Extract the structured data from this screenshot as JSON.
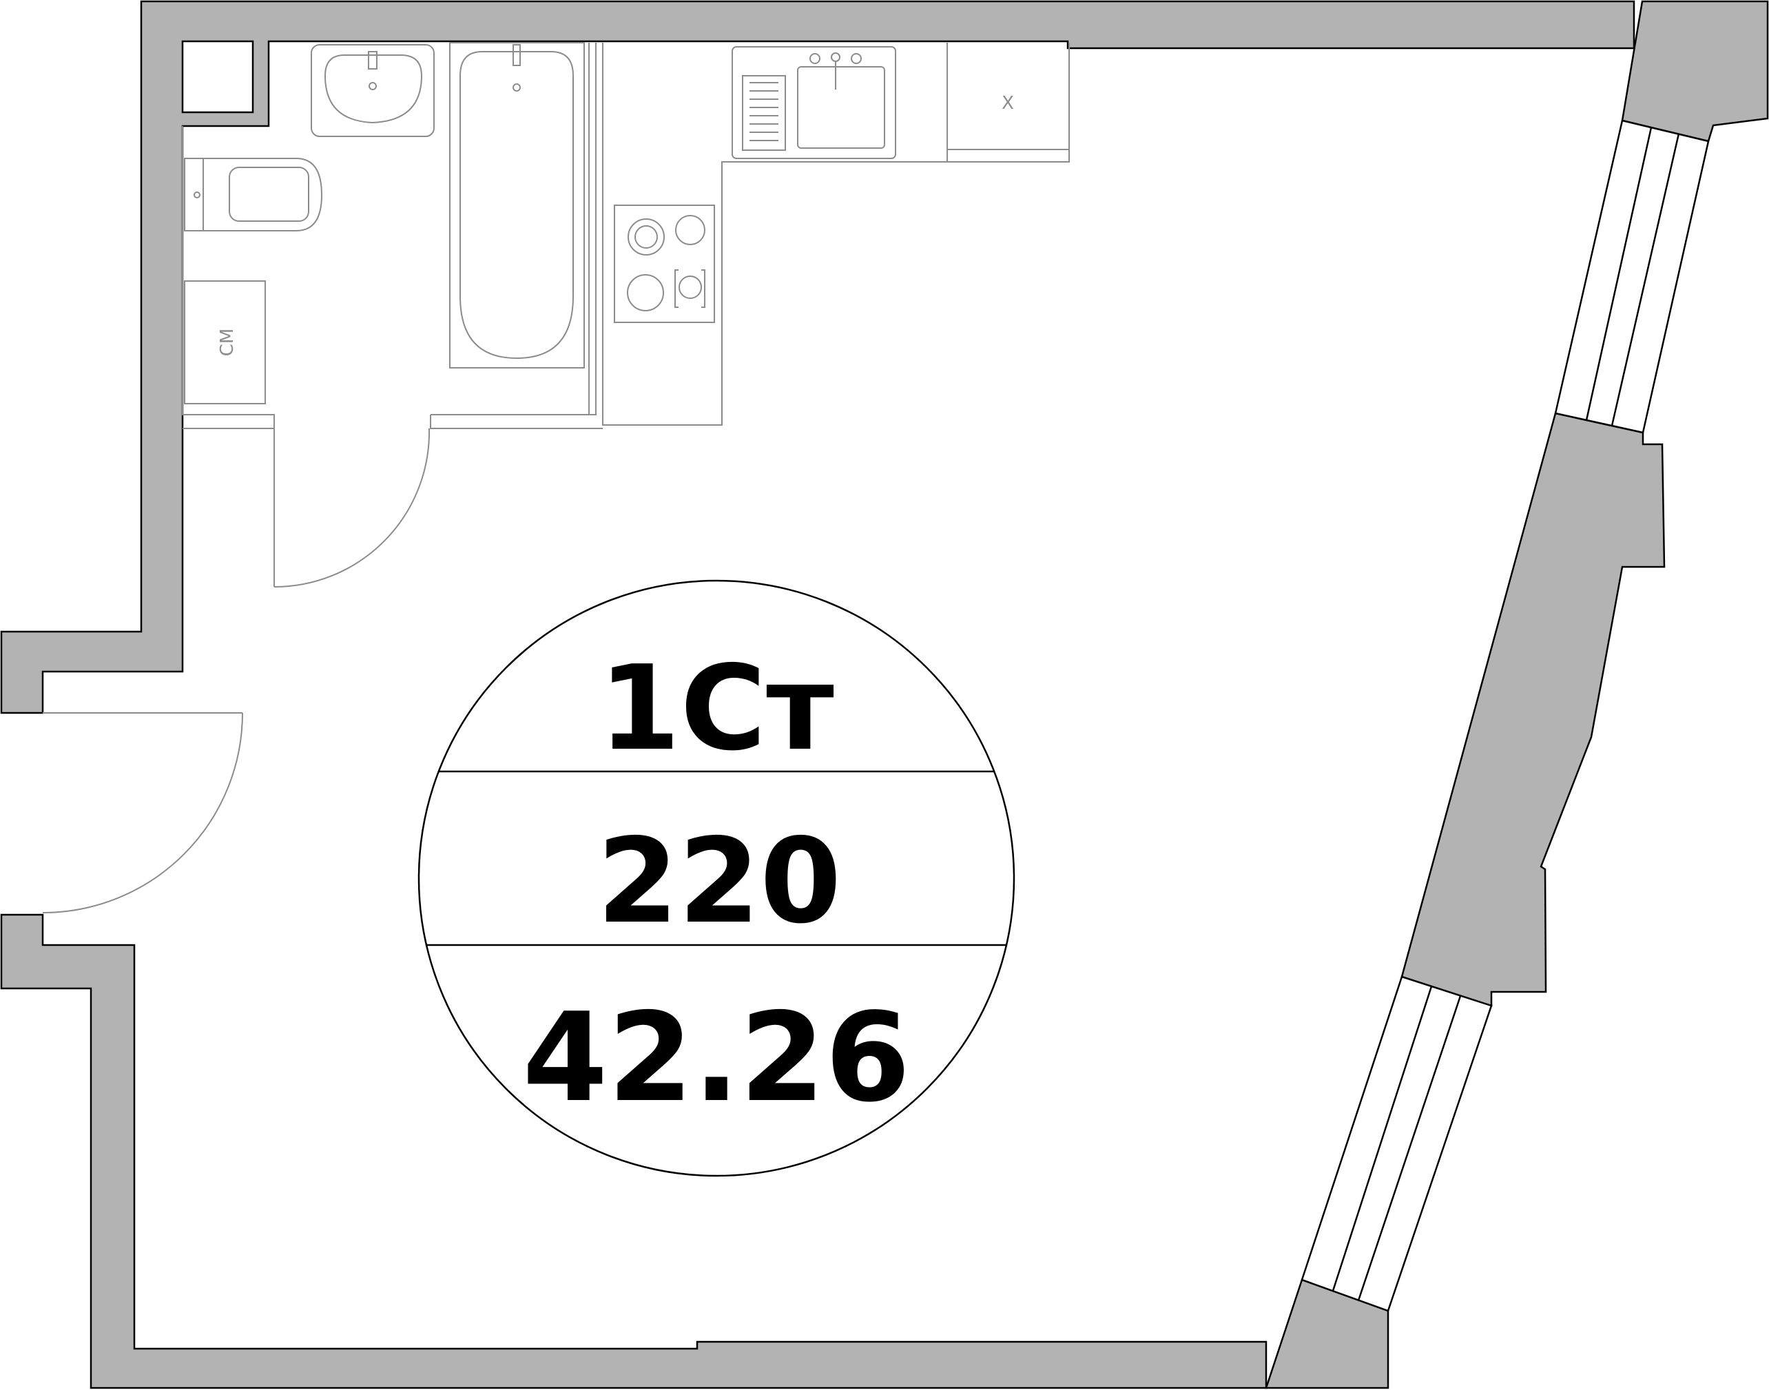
{
  "plan": {
    "apartment_type": "1Ст",
    "apartment_number": "220",
    "area": "42.26",
    "fixture_labels": {
      "washing_machine": "СМ",
      "fridge": "Х"
    },
    "colors": {
      "wall_fill": "#b3b3b3",
      "outline": "#000000",
      "fixture_stroke": "#8c8c8c",
      "background": "#ffffff"
    }
  }
}
